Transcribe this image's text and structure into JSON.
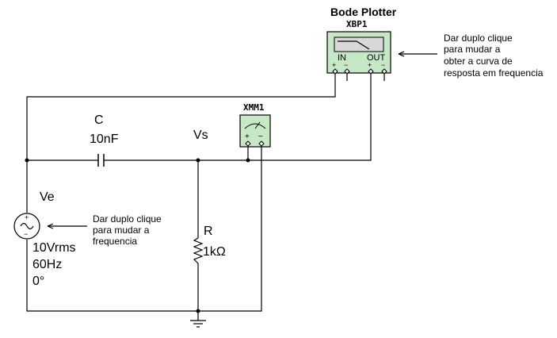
{
  "bode_plotter": {
    "title": "Bode Plotter",
    "ref": "XBP1",
    "in_label": "IN",
    "out_label": "OUT",
    "plus": "+",
    "minus": "−",
    "note_line1": "Dar duplo clique",
    "note_line2": "para mudar a",
    "note_line3": "obter a curva de",
    "note_line4": "resposta em frequencia"
  },
  "multimeter": {
    "ref": "XMM1",
    "plus": "+",
    "minus": "−"
  },
  "capacitor": {
    "name": "C",
    "value": "10nF"
  },
  "resistor": {
    "name": "R",
    "value": "1kΩ"
  },
  "node_label": "Vs",
  "source": {
    "name": "Ve",
    "voltage": "10Vrms",
    "frequency": "60Hz",
    "phase": "0°",
    "plus": "+",
    "minus": "−",
    "note_line1": "Dar duplo clique",
    "note_line2": "para mudar a",
    "note_line3": "frequencia"
  }
}
